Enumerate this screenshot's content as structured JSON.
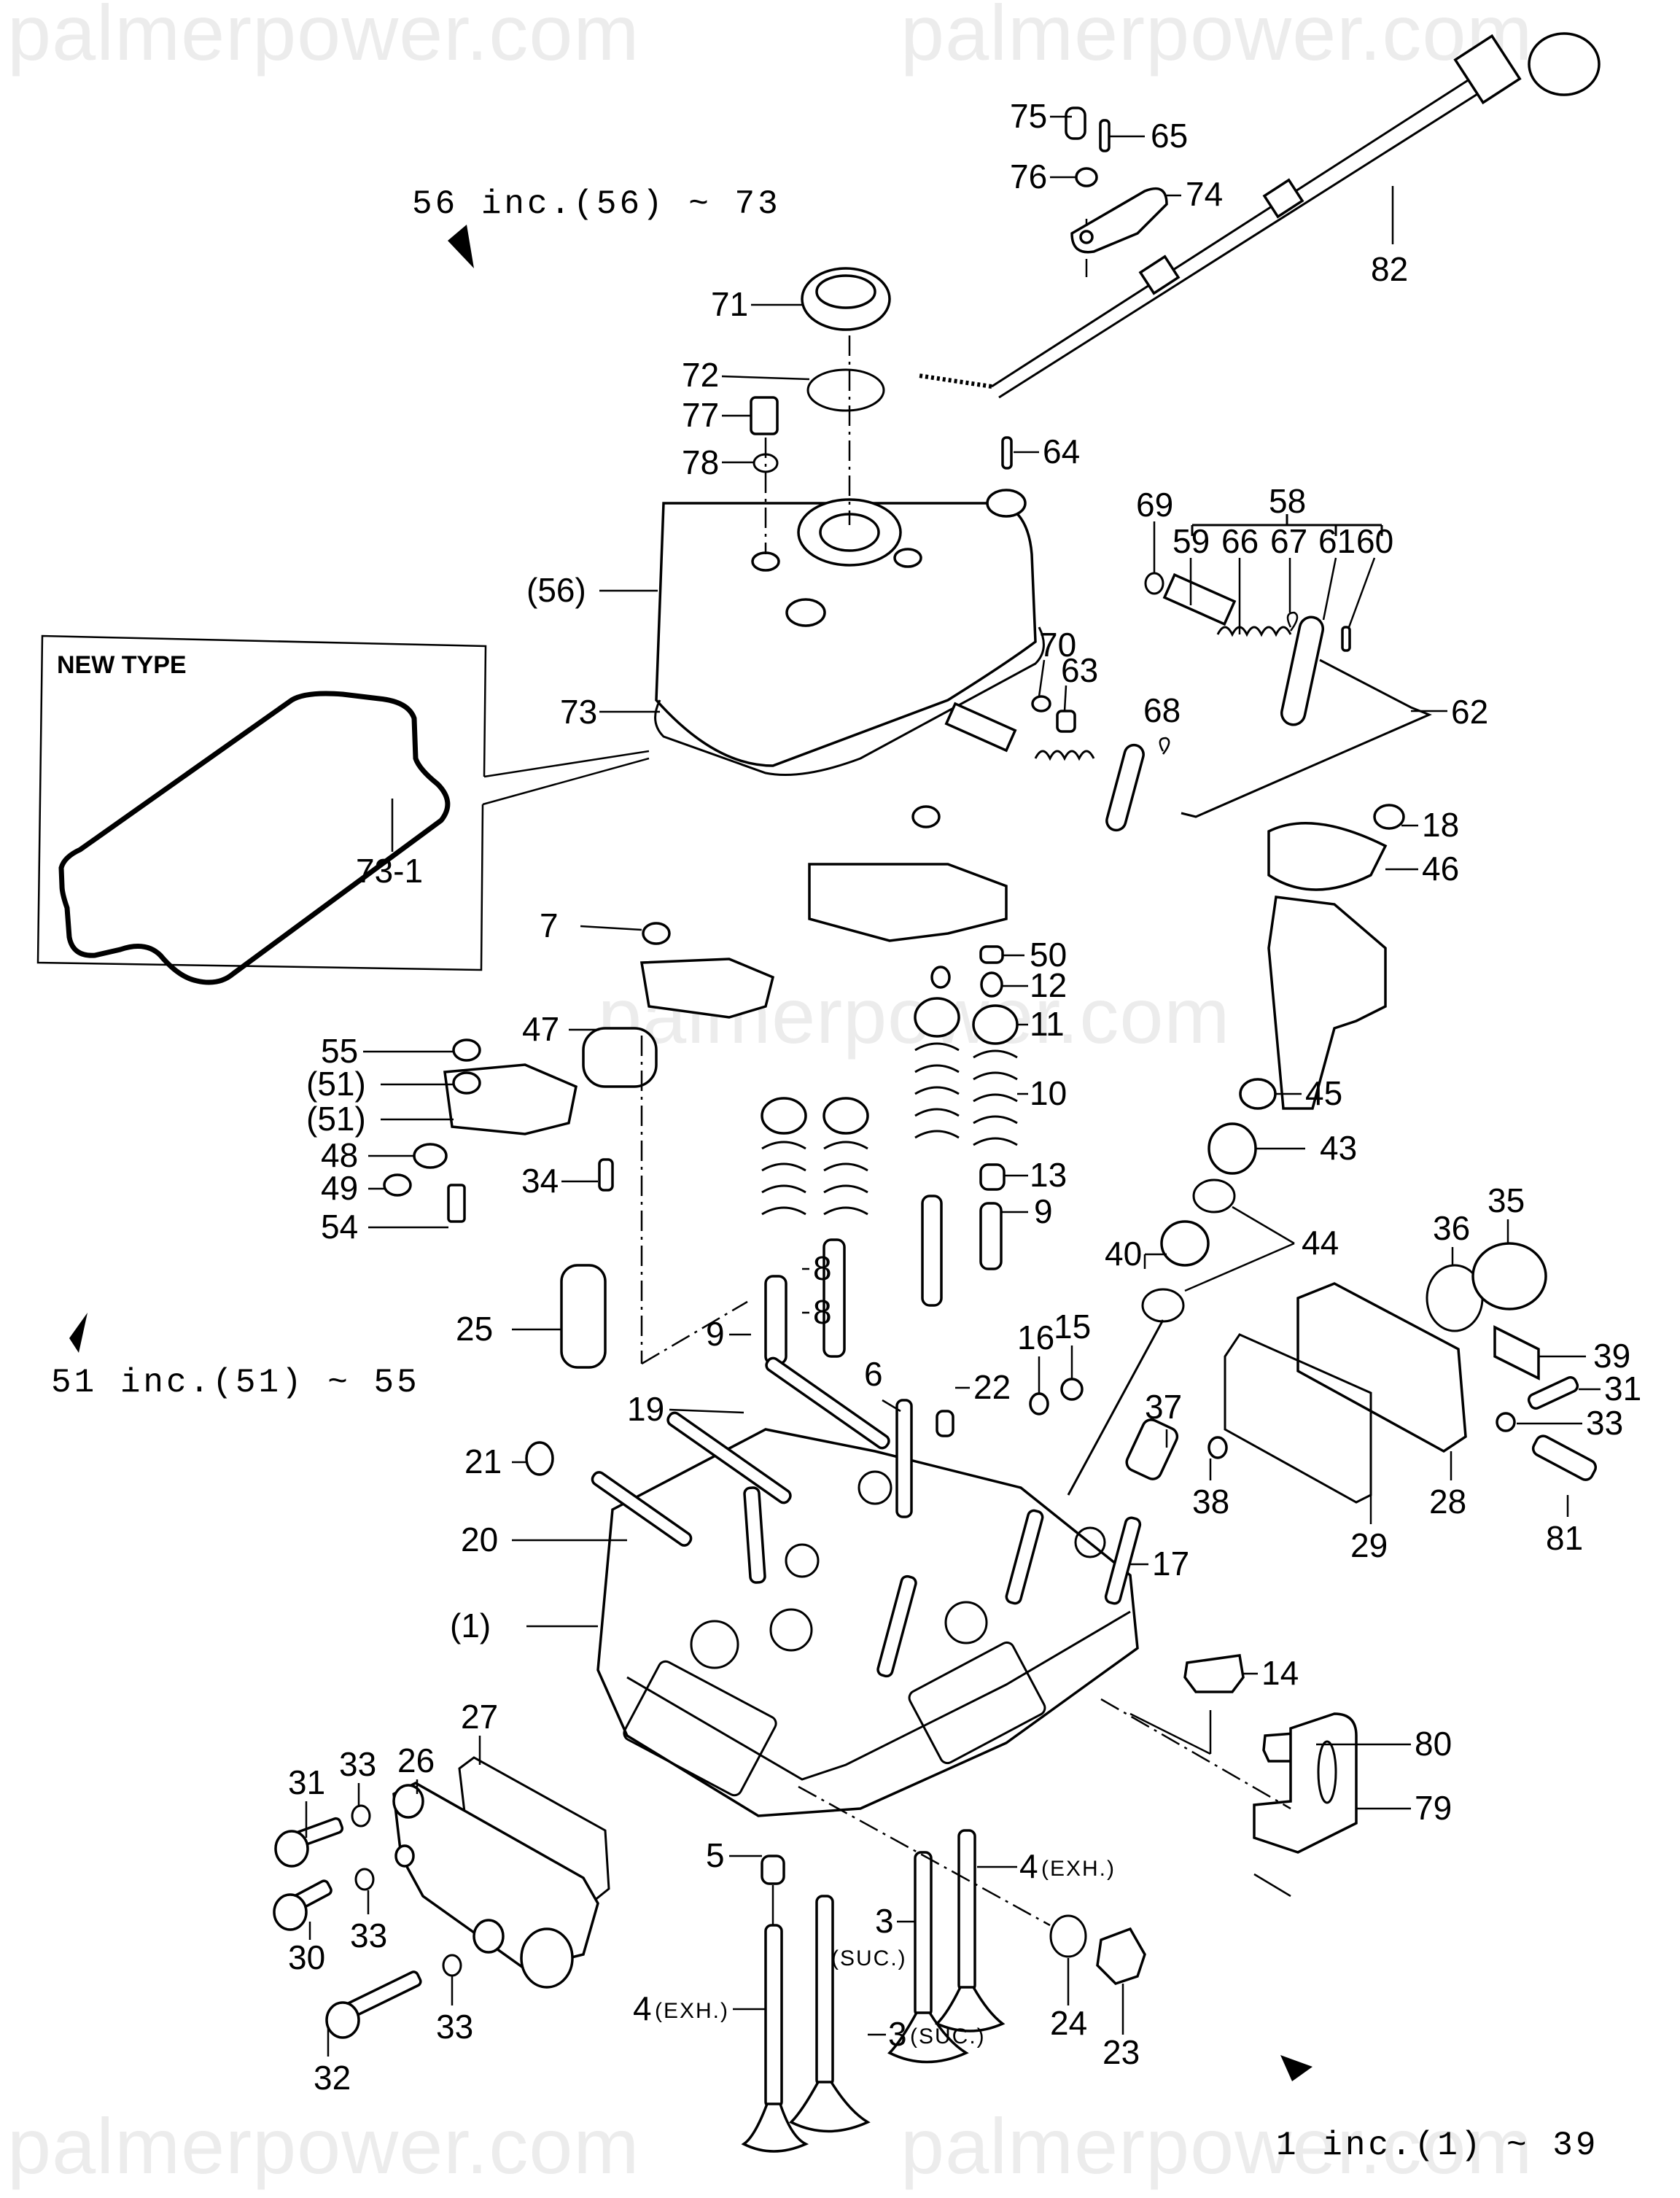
{
  "watermark": "palmerpower.com",
  "group_captions": [
    {
      "id": "cover-group",
      "text": "56 inc.(56) ~ 73"
    },
    {
      "id": "rocker-group",
      "text": "51 inc.(51) ~ 55"
    },
    {
      "id": "head-group",
      "text": "1 inc.(1) ~ 39"
    }
  ],
  "inset": {
    "title": "NEW TYPE",
    "part_label": "73-1"
  },
  "callouts": {
    "p75": "75",
    "p65": "65",
    "p76": "76",
    "p74": "74",
    "p82": "82",
    "p71": "71",
    "p72": "72",
    "p77": "77",
    "p78": "78",
    "p64": "64",
    "p56": "(56)",
    "p73": "73",
    "p69": "69",
    "p58": "58",
    "p59": "59",
    "p66": "66",
    "p67": "67",
    "p61": "61",
    "p60": "60",
    "p70": "70",
    "p63": "63",
    "p68": "68",
    "p62": "62",
    "p18": "18",
    "p46": "46",
    "p7": "7",
    "p47": "47",
    "p50": "50",
    "p12": "12",
    "p11": "11",
    "p10": "10",
    "p13": "13",
    "p9a": "9",
    "p55": "55",
    "p51a": "(51)",
    "p51b": "(51)",
    "p48": "48",
    "p49": "49",
    "p54": "54",
    "p34": "34",
    "p45": "45",
    "p43": "43",
    "p44": "44",
    "p40": "40",
    "p36": "36",
    "p35": "35",
    "p39": "39",
    "p31r": "31",
    "p33r": "33",
    "p25": "25",
    "p9b": "9",
    "p8a": "8",
    "p8b": "8",
    "p6": "6",
    "p22": "22",
    "p16": "16",
    "p15": "15",
    "p19": "19",
    "p21": "21",
    "p20": "20",
    "p37": "37",
    "p38": "38",
    "p28": "28",
    "p29": "29",
    "p81": "81",
    "p17": "17",
    "p1": "(1)",
    "p14": "14",
    "p80": "80",
    "p79": "79",
    "p27": "27",
    "p26": "26",
    "p31l": "31",
    "p33a": "33",
    "p33b": "33",
    "p33c": "33",
    "p30": "30",
    "p32": "32",
    "p5": "5",
    "p4a": "4",
    "p4a_note": "(EXH.)",
    "p3a": "3",
    "p3a_note": "(SUC.)",
    "p4b": "4",
    "p4b_note": "(EXH.)",
    "p3b": "3",
    "p3b_note": "(SUC.)",
    "p24": "24",
    "p23": "23"
  }
}
